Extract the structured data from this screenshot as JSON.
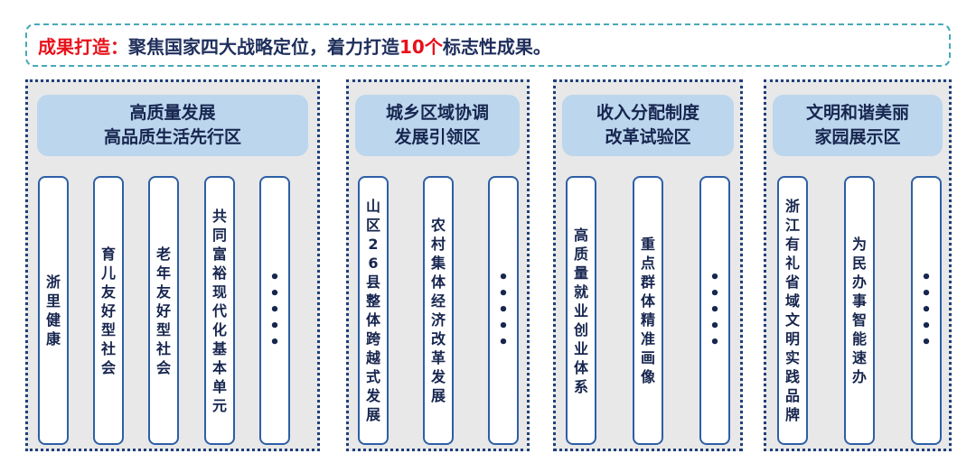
{
  "banner": {
    "lead": "成果打造：",
    "text_before": "聚焦国家四大战略定位，着力打造",
    "highlight": "10个",
    "text_after": "标志性成果。"
  },
  "zones": [
    {
      "title_lines": [
        "高质量发展",
        "高品质生活先行区"
      ],
      "items": [
        "浙里健康",
        "育儿友好型社会",
        "老年友好型社会",
        "共同富裕现代化基本单元",
        "•••••"
      ]
    },
    {
      "title_lines": [
        "城乡区域协调",
        "发展引领区"
      ],
      "items": [
        "山区26县整体跨越式发展",
        "农村集体经济改革发展",
        "•••••"
      ]
    },
    {
      "title_lines": [
        "收入分配制度",
        "改革试验区"
      ],
      "items": [
        "高质量就业创业体系",
        "重点群体精准画像",
        "•••••"
      ]
    },
    {
      "title_lines": [
        "文明和谐美丽",
        "家园展示区"
      ],
      "items": [
        "浙江有礼省域文明实践品牌",
        "为民办事智能速办",
        "•••••"
      ]
    }
  ]
}
